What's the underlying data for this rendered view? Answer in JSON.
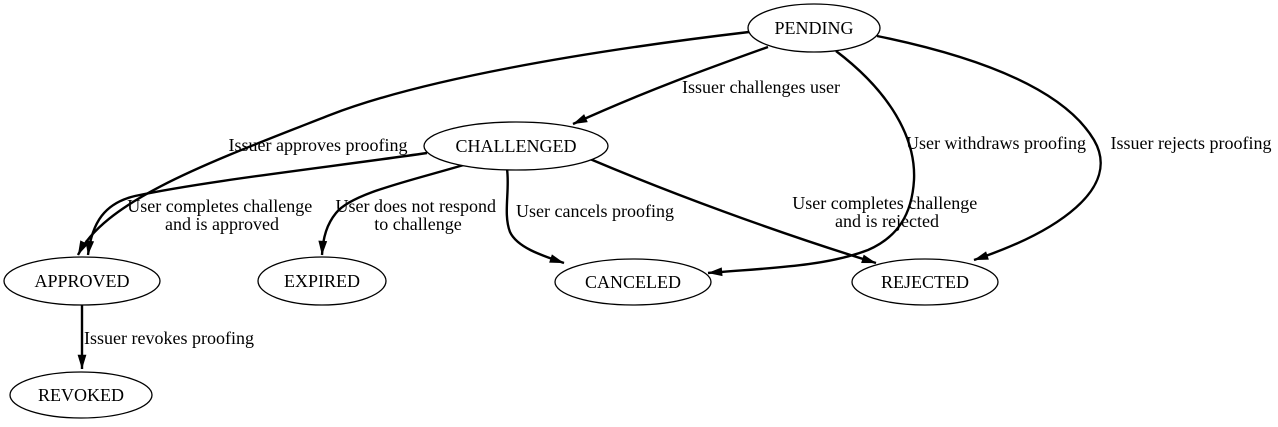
{
  "diagram": {
    "type": "state-machine-graph",
    "colors": {
      "background": "#ffffff",
      "line": "#000000",
      "text": "#000000",
      "node_fill": "#ffffff"
    },
    "nodes": [
      {
        "id": "pending",
        "label": "PENDING"
      },
      {
        "id": "challenged",
        "label": "CHALLENGED"
      },
      {
        "id": "approved",
        "label": "APPROVED"
      },
      {
        "id": "expired",
        "label": "EXPIRED"
      },
      {
        "id": "canceled",
        "label": "CANCELED"
      },
      {
        "id": "rejected",
        "label": "REJECTED"
      },
      {
        "id": "revoked",
        "label": "REVOKED"
      }
    ],
    "edges": [
      {
        "from": "PENDING",
        "to": "CHALLENGED",
        "label": "Issuer challenges user"
      },
      {
        "from": "PENDING",
        "to": "APPROVED",
        "label": "Issuer approves proofing"
      },
      {
        "from": "PENDING",
        "to": "CANCELED",
        "label": "User withdraws proofing"
      },
      {
        "from": "PENDING",
        "to": "REJECTED",
        "label": "Issuer rejects proofing"
      },
      {
        "from": "CHALLENGED",
        "to": "APPROVED",
        "label": "User completes challenge and is approved",
        "lines": [
          "User completes challenge",
          "and is approved"
        ]
      },
      {
        "from": "CHALLENGED",
        "to": "EXPIRED",
        "label": "User does not respond to challenge",
        "lines": [
          "User does not respond",
          "to challenge"
        ]
      },
      {
        "from": "CHALLENGED",
        "to": "CANCELED",
        "label": "User cancels proofing"
      },
      {
        "from": "CHALLENGED",
        "to": "REJECTED",
        "label": "User completes challenge and is rejected",
        "lines": [
          "User completes challenge",
          "and is rejected"
        ]
      },
      {
        "from": "APPROVED",
        "to": "REVOKED",
        "label": "Issuer revokes proofing"
      }
    ]
  }
}
